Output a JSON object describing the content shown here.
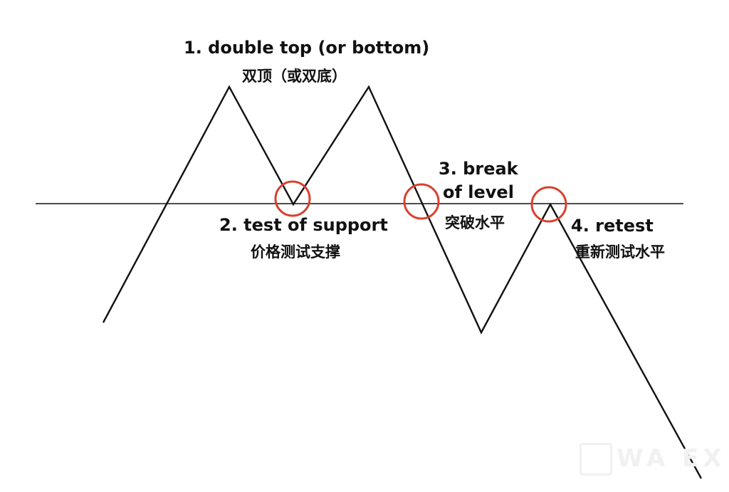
{
  "colors": {
    "line": "#111111",
    "circle": "#d9402f",
    "text": "#111111",
    "watermark": "#f1f1f1"
  },
  "labels": {
    "l1_en": "1. double top (or bottom)",
    "l1_zh": "双顶（或双底）",
    "l2_en": "2. test of support",
    "l2_zh": "价格测试支撑",
    "l3_en_a": "3. break",
    "l3_en_b": "of level",
    "l3_zh": "突破水平",
    "l4_en": "4. retest",
    "l4_zh": "重新测试水平"
  },
  "watermark": {
    "text": "WA  EX"
  }
}
